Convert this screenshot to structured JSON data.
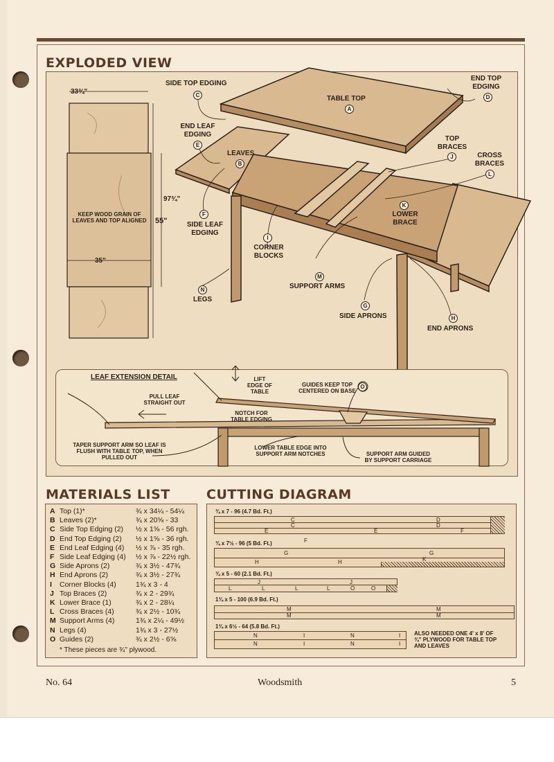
{
  "exploded": {
    "title": "EXPLODED VIEW",
    "dim_width": "33¾\"",
    "dim_full_length": "97¾\"",
    "dim_center_length": "55\"",
    "dim_center_width": "35\"",
    "grain_note": "KEEP WOOD GRAIN OF LEAVES AND TOP ALIGNED",
    "labels": {
      "side_top_edging": "SIDE TOP EDGING",
      "end_top_edging": "END TOP EDGING",
      "table_top": "TABLE TOP",
      "end_leaf_edging": "END LEAF EDGING",
      "leaves": "LEAVES",
      "top_braces": "TOP BRACES",
      "cross_braces": "CROSS BRACES",
      "lower_brace": "LOWER BRACE",
      "side_leaf_edging": "SIDE LEAF EDGING",
      "corner_blocks": "CORNER BLOCKS",
      "support_arms": "SUPPORT ARMS",
      "legs": "LEGS",
      "side_aprons": "SIDE APRONS",
      "end_aprons": "END APRONS"
    },
    "letters": {
      "a": "A",
      "b": "B",
      "c": "C",
      "d": "D",
      "e": "E",
      "f": "F",
      "g": "G",
      "h": "H",
      "i": "I",
      "j": "J",
      "k": "K",
      "l": "L",
      "m": "M",
      "n": "N",
      "o": "O"
    }
  },
  "detail": {
    "title": "LEAF EXTENSION DETAIL",
    "lift_edge": "LIFT EDGE OF TABLE",
    "guides_note": "GUIDES KEEP TOP CENTERED ON BASE",
    "pull_leaf": "PULL LEAF STRAIGHT OUT",
    "notch": "NOTCH FOR TABLE EDGING",
    "taper": "TAPER SUPPORT ARM SO LEAF IS FLUSH WITH TABLE TOP, WHEN PULLED OUT",
    "lower_edge": "LOWER TABLE EDGE INTO SUPPORT ARM NOTCHES",
    "guided": "SUPPORT ARM GUIDED BY SUPPORT CARRIAGE"
  },
  "materials": {
    "title": "MATERIALS LIST",
    "items": [
      {
        "key": "A",
        "name": "Top (1)*",
        "dim": "¾ x 34¼ - 54¼"
      },
      {
        "key": "B",
        "name": "Leaves (2)*",
        "dim": "¾ x 20⅝ - 33"
      },
      {
        "key": "C",
        "name": "Side Top Edging (2)",
        "dim": "½ x 1⅝ - 56 rgh."
      },
      {
        "key": "D",
        "name": "End Top Edging (2)",
        "dim": "½ x 1⅝ - 36 rgh."
      },
      {
        "key": "E",
        "name": "End Leaf Edging (4)",
        "dim": "½ x ⅞ - 35 rgh."
      },
      {
        "key": "F",
        "name": "Side Leaf Edging (4)",
        "dim": "½ x ⅞ - 22½ rgh."
      },
      {
        "key": "G",
        "name": "Side Aprons (2)",
        "dim": "¾ x 3½ - 47¾"
      },
      {
        "key": "H",
        "name": "End Aprons (2)",
        "dim": "¾ x 3½ - 27¾"
      },
      {
        "key": "I",
        "name": "Corner Blocks (4)",
        "dim": "1¾ x 3 - 4"
      },
      {
        "key": "J",
        "name": "Top Braces (2)",
        "dim": "¾ x 2 - 29¾"
      },
      {
        "key": "K",
        "name": "Lower Brace (1)",
        "dim": "¾ x 2 - 28¼"
      },
      {
        "key": "L",
        "name": "Cross Braces (4)",
        "dim": "¾ x 2½ - 10¾"
      },
      {
        "key": "M",
        "name": "Support Arms (4)",
        "dim": "1¾ x 2¼ - 49½"
      },
      {
        "key": "N",
        "name": "Legs (4)",
        "dim": "1¾ x 3 - 27½"
      },
      {
        "key": "O",
        "name": "Guides (2)",
        "dim": "¾ x 2½ - 6⅝"
      }
    ],
    "note": "* These pieces are ¾\" plywood."
  },
  "cutting": {
    "title": "CUTTING DIAGRAM",
    "boards": [
      {
        "label": "¾ x 7 - 96 (4.7 Bd. Ft.)"
      },
      {
        "label": "¾ x 7½ - 96 (5 Bd. Ft.)"
      },
      {
        "label": "¾ x 5 - 60 (2.1 Bd. Ft.)"
      },
      {
        "label": "1¾ x 5 - 100 (6.9 Bd. Ft.)"
      },
      {
        "label": "1¾ x 6½ - 64 (5.8 Bd. Ft.)"
      }
    ],
    "note": "ALSO NEEDED ONE 4' x 8' OF ¾\" PLYWOOD FOR TABLE TOP AND LEAVES",
    "pieces": {
      "c": "C",
      "d": "D",
      "e": "E",
      "f": "F",
      "g": "G",
      "h": "H",
      "k": "K",
      "j": "J",
      "l": "L",
      "o": "O",
      "m": "M",
      "n": "N",
      "i": "I"
    }
  },
  "footer": {
    "issue": "No. 64",
    "magazine": "Woodsmith",
    "page": "5"
  }
}
